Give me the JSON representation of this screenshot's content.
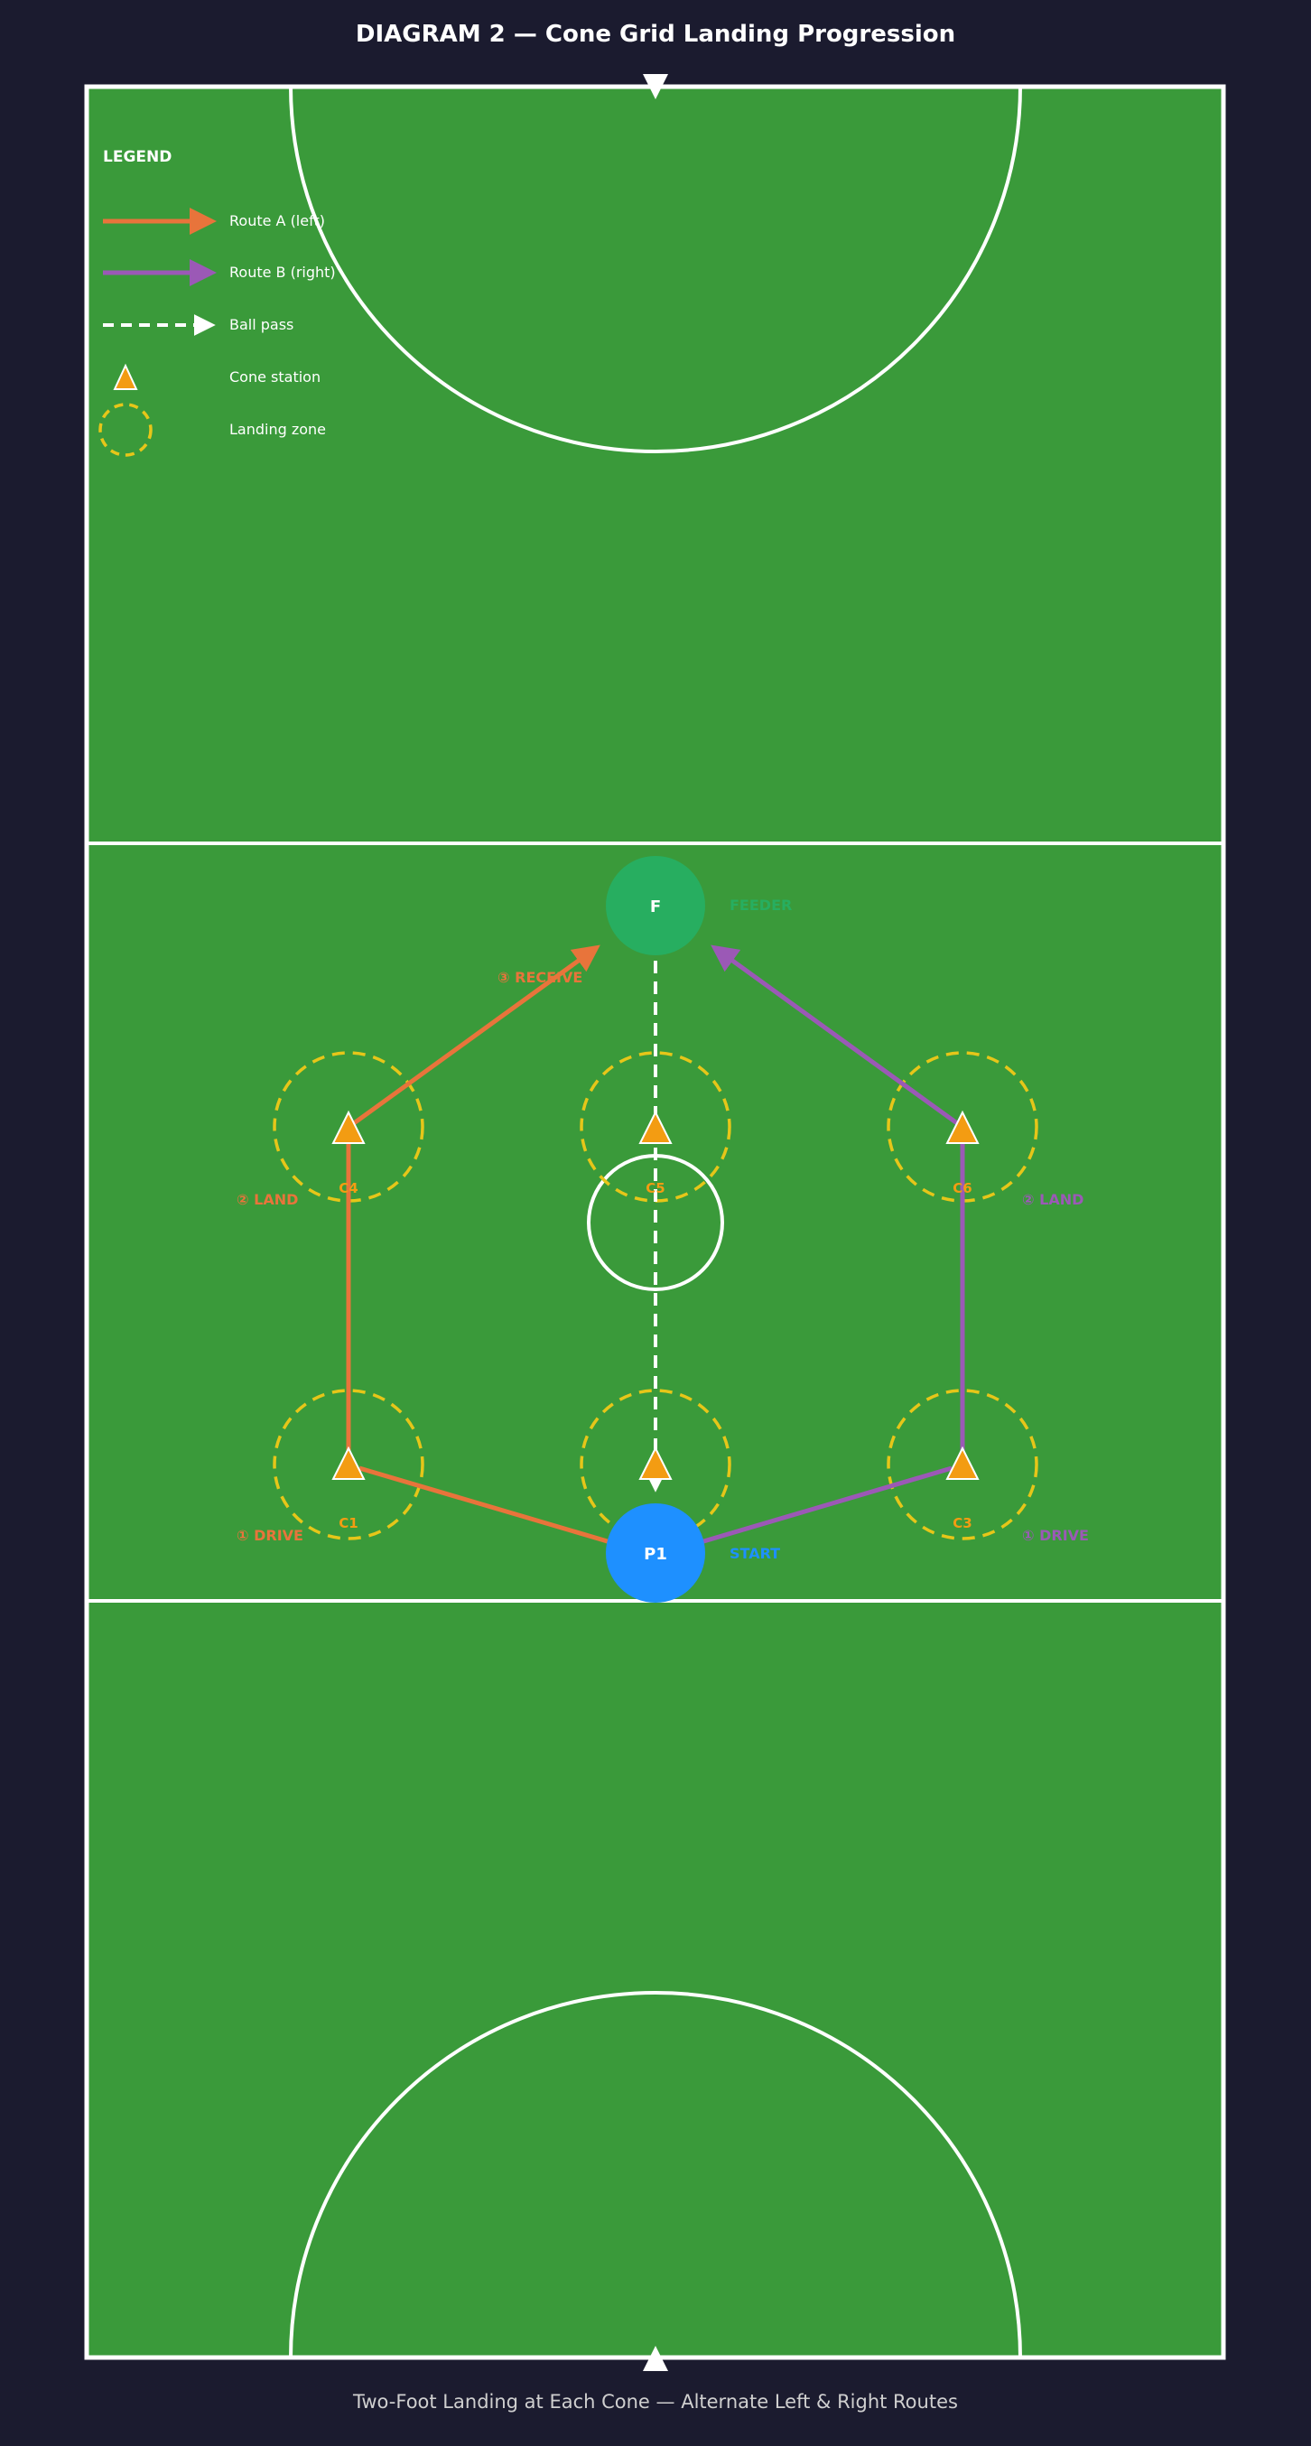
{
  "title": "DIAGRAM 2 — Cone Grid Landing Progression",
  "caption": "Two-Foot Landing at Each Cone — Alternate Left & Right Routes",
  "colors": {
    "background": "#1b1b2f",
    "court": "#3a9a3a",
    "lines": "#ffffff",
    "route_a": "#e8743b",
    "route_b": "#9b59b6",
    "feeder": "#27ae60",
    "player": "#1e90ff",
    "cone": "#f39c12",
    "landing_zone": "#e6c619",
    "cone_label": "#f39c12"
  },
  "legend": {
    "heading": "LEGEND",
    "items": [
      {
        "label": "Route A (left)",
        "symbol": "route-a-arrow"
      },
      {
        "label": "Route B (right)",
        "symbol": "route-b-arrow"
      },
      {
        "label": "Ball pass",
        "symbol": "dashed-arrow"
      },
      {
        "label": "Cone station",
        "symbol": "cone-triangle"
      },
      {
        "label": "Landing zone",
        "symbol": "dashed-circle"
      }
    ]
  },
  "players": {
    "feeder": {
      "label": "F",
      "tag": "FEEDER"
    },
    "start": {
      "label": "P1",
      "tag": "START"
    }
  },
  "cones": [
    {
      "id": "C1",
      "label": "C1"
    },
    {
      "id": "C2",
      "label": ""
    },
    {
      "id": "C3",
      "label": "C3"
    },
    {
      "id": "C4",
      "label": "C4"
    },
    {
      "id": "C5",
      "label": "C5"
    },
    {
      "id": "C6",
      "label": "C6"
    }
  ],
  "step_labels": {
    "drive_left": "① DRIVE",
    "land_left": "② LAND",
    "receive_left": "③ RECEIVE",
    "drive_right": "① DRIVE",
    "land_right": "② LAND"
  }
}
